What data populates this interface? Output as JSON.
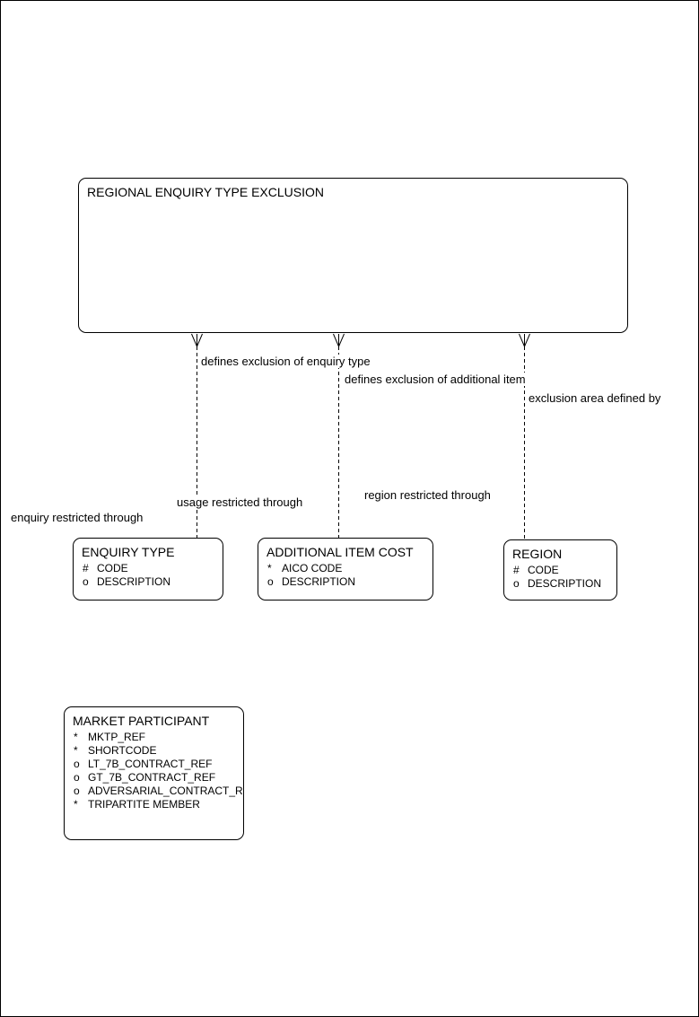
{
  "canvas": {
    "background": "#ffffff",
    "line_color": "#000000"
  },
  "entities": {
    "regional_enquiry_type_exclusion": {
      "title": "REGIONAL ENQUIRY TYPE EXCLUSION"
    },
    "enquiry_type": {
      "title": "ENQUIRY TYPE",
      "attributes": [
        {
          "marker": "#",
          "name": "CODE"
        },
        {
          "marker": "o",
          "name": "DESCRIPTION"
        }
      ]
    },
    "additional_item_cost": {
      "title": "ADDITIONAL ITEM COST",
      "attributes": [
        {
          "marker": "*",
          "name": "AICO CODE"
        },
        {
          "marker": "o",
          "name": "DESCRIPTION"
        }
      ]
    },
    "region": {
      "title": "REGION",
      "attributes": [
        {
          "marker": "#",
          "name": "CODE"
        },
        {
          "marker": "o",
          "name": "DESCRIPTION"
        }
      ]
    },
    "market_participant": {
      "title": "MARKET PARTICIPANT",
      "attributes": [
        {
          "marker": "*",
          "name": "MKTP_REF"
        },
        {
          "marker": "*",
          "name": "SHORTCODE"
        },
        {
          "marker": "o",
          "name": "LT_7B_CONTRACT_REF"
        },
        {
          "marker": "o",
          "name": "GT_7B_CONTRACT_REF"
        },
        {
          "marker": "o",
          "name": "ADVERSARIAL_CONTRACT_REF"
        },
        {
          "marker": "*",
          "name": "TRIPARTITE MEMBER"
        }
      ]
    }
  },
  "relationships": {
    "defines_exclusion_of_enquiry_type": "defines exclusion of enquiry type",
    "defines_exclusion_of_additional_item": "defines exclusion of additional item",
    "exclusion_area_defined_by": "exclusion area defined by",
    "usage_restricted_through": "usage restricted through",
    "region_restricted_through": "region restricted through",
    "enquiry_restricted_through": "enquiry restricted through"
  }
}
